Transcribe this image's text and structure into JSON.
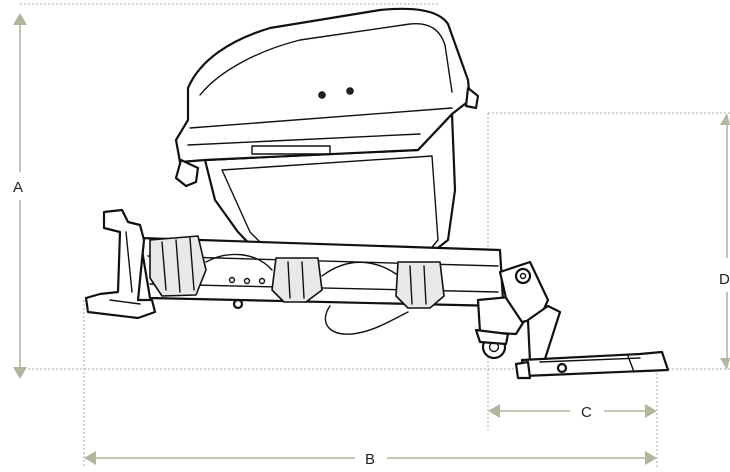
{
  "dimensions": {
    "a": "A",
    "b": "B",
    "c": "C",
    "d": "D"
  },
  "colors": {
    "dimension_line": "#b3b59c",
    "guide_line": "#a8a8a0",
    "ink": "#111111"
  }
}
